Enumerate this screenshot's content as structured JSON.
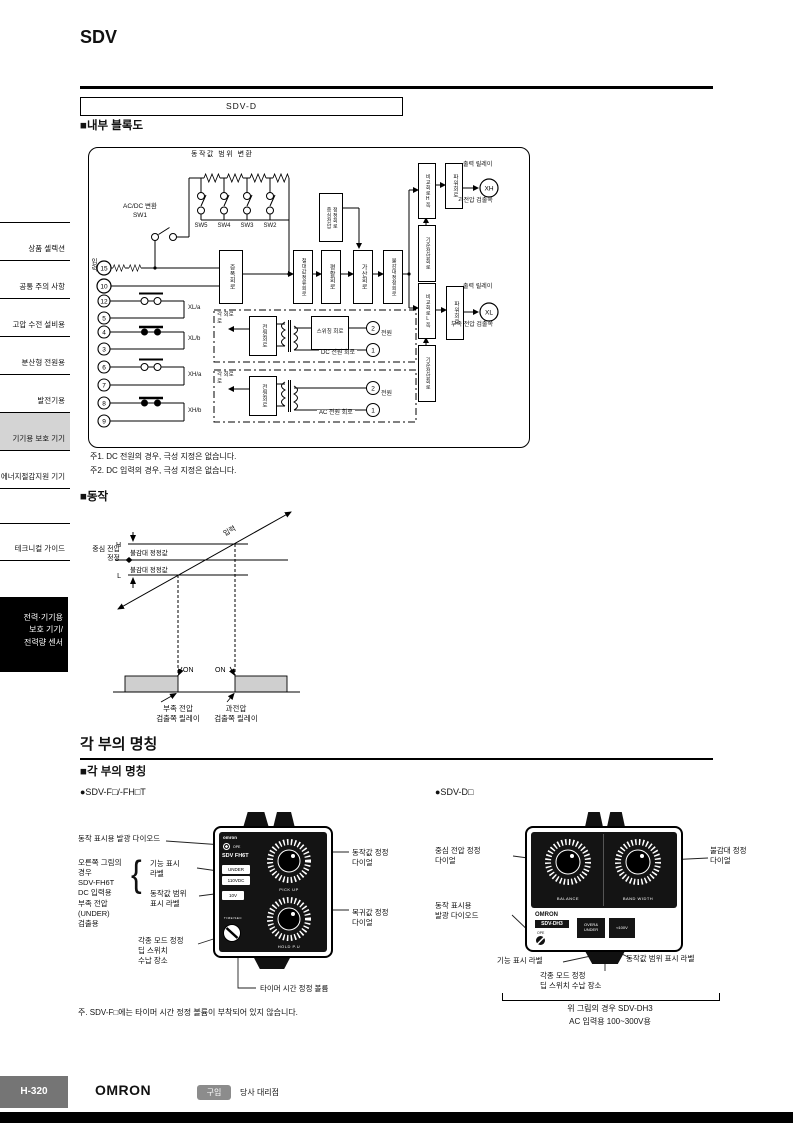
{
  "page": {
    "title": "SDV",
    "model_box": "SDV-D",
    "page_no": "H-320",
    "brand": "OMRON",
    "buy_badge": "구입",
    "buy_text": "당사 대리점"
  },
  "headings": {
    "block_diagram": "■내부 블록도",
    "operation": "■동작",
    "part_names": "각 부의 명칭",
    "part_names_sub": "■각 부의 명칭",
    "model_f": "●SDV-F□/-FH□T",
    "model_d": "●SDV-D□"
  },
  "sidebar": {
    "items": [
      "상품 셀렉션",
      "공통 주의 사항",
      "고압 수전 설비용",
      "분산형 전원용",
      "발전기용",
      "기기용 보호 기기",
      "에너지절감지원 기기"
    ],
    "tech_guide": "테크니컬 가이드",
    "category": [
      "전력·기기용",
      "보호 기기/",
      "전력량 센서"
    ]
  },
  "notes": {
    "note1": "주1.  DC 전원의 경우, 극성 지정은 없습니다.",
    "note2": "주2.  DC 입력의 경우, 극성 지정은 없습니다."
  },
  "diagram": {
    "range_conv": "동작값 범위 변환",
    "acdc": "AC/DC 변환",
    "sw1": "SW1",
    "sw5": "SW5",
    "sw4": "SW4",
    "sw3": "SW3",
    "sw2": "SW2",
    "input": "입력",
    "amp": "증폭회로",
    "abs_rect": "절대값정류회로",
    "smooth": "평활회로",
    "add": "가산회로",
    "deadband": "불감대정정회로",
    "center1": "중심전압",
    "center2": "정정회로",
    "comp_h": "비교회로H쪽",
    "comp_l": "비교회로L쪽",
    "power": "파워회로",
    "ref": "기준전압회로",
    "out_relay": "출력 릴레이",
    "xh": "XH",
    "xl": "XL",
    "over": "과전압 검출쪽",
    "under": "부족 전압 검출쪽",
    "xla": "XL/a",
    "xlb": "XL/b",
    "xha": "XH/a",
    "xhb": "XH/b",
    "to_each": "각 회로\n로",
    "psu": "전원회로",
    "switching": "스위칭 회로",
    "dc_box": "DC 전원 회로",
    "ac_box": "AC 전원 회로",
    "pwr": "전원",
    "t15": "15",
    "t10": "10",
    "t12": "12",
    "t5": "5",
    "t4": "4",
    "t3": "3",
    "t6": "6",
    "t7": "7",
    "t8": "8",
    "t9": "9",
    "t2": "2",
    "t1": "1"
  },
  "operation": {
    "input": "입력",
    "h": "H",
    "l": "L",
    "center": "중심 전압\n정정",
    "deadband": "불감대 정정값",
    "on": "ON",
    "under_relay": "부족 전압\n검출쪽 릴레이",
    "over_relay": "과전압\n검출쪽 릴레이"
  },
  "device_f": {
    "led_label": "동작 표시용 발광 다이오드",
    "case_note": "오른쪽 그림의\n경우\nSDV-FH6T\nDC 입력용\n부족 전압\n(UNDER)\n검출용",
    "func_label": "기능 표시\n라벨",
    "range_label": "동작값 범위\n표시 라벨",
    "dip_label": "각종 모드 정정\n딥 스위치\n수납 장소",
    "pickup_label": "동작값 정정\n다이얼",
    "reset_label": "복귀값 정정\n다이얼",
    "timer_label": "타이머 시간 정정 볼륨",
    "note": "주.  SDV-F□에는 타이머 시간 정정 볼륨이 부착되어 있지 않습니다.",
    "face": {
      "brand": "omron",
      "ope": "OPE",
      "model": "SDV FH6T",
      "chip1": "UNDER",
      "chip2": "110VDC",
      "chip3": "10V",
      "timer": "TIME/SEC",
      "dial1": "PICK UP",
      "dial2": "HOLD P.U"
    }
  },
  "device_d": {
    "center_label": "중심 전압 정정\n다이얼",
    "led_label": "동작 표시용\n발광 다이오드",
    "deadband_label": "불감대 정정\n다이얼",
    "func_label": "기능 표시 라벨",
    "range_label": "동작값 범위 표시 라벨",
    "dip_label": "각종 모드 정정\n딥 스위치 수납 장소",
    "caption": "위 그림의 경우 SDV-DH3\nAC 입력용 100~300V용",
    "face": {
      "brand": "OMRON",
      "model": "SDV-DH3",
      "ope": "OPE",
      "chip1": "OVER&\nUNDER",
      "chip2": "≈100V",
      "dial1": "BALANCE",
      "dial2": "BAND WIDTH"
    }
  }
}
